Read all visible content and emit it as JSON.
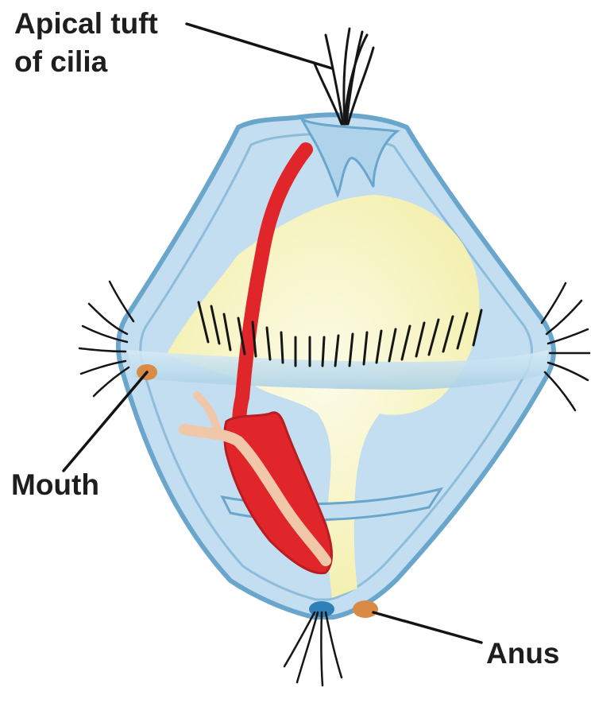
{
  "labels": {
    "apical_line1": "Apical tuft",
    "apical_line2": "of cilia",
    "mouth": "Mouth",
    "anus": "Anus"
  },
  "colors": {
    "body_fill": "#c3def0",
    "body_outline": "#6aa6cc",
    "yolk": "#fbf7c4",
    "gut_red": "#e0262a",
    "gut_dark": "#b81d22",
    "pink_tract": "#f1c7a9",
    "mouth_orange": "#d98a45",
    "anal_blue": "#2f7fb8",
    "cilia": "#161616",
    "leader": "#141414"
  }
}
